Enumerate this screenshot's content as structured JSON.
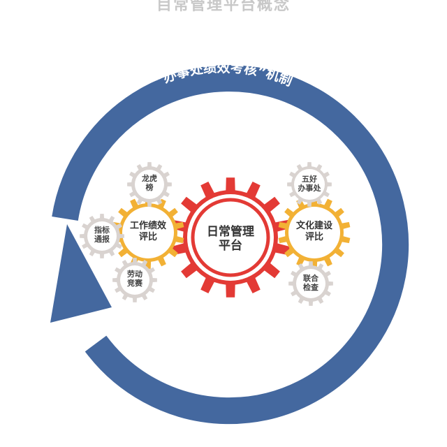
{
  "top_title": "目常管理平台概念",
  "arc_title": "“办事处绩效考核”机制",
  "center_gear": {
    "line1": "日常管理",
    "line2": "平台"
  },
  "left_gear": {
    "line1": "工作绩效",
    "line2": "评比"
  },
  "right_gear": {
    "line1": "文化建设",
    "line2": "评比"
  },
  "small_gears": {
    "top_left": {
      "line1": "龙虎",
      "line2": "榜"
    },
    "left": {
      "line1": "指标",
      "line2": "通报"
    },
    "bottom_left": {
      "line1": "劳动",
      "line2": "竞赛"
    },
    "top_right": {
      "line1": "五好",
      "line2": "办事处"
    },
    "bottom_right": {
      "line1": "联合",
      "line2": "检查"
    }
  },
  "colors": {
    "arc": "#44689f",
    "center_gear": "#e33a35",
    "mid_gear": "#f2b135",
    "small_gear": "#d9d3d0",
    "text": "#333333",
    "arc_text": "#ffffff"
  }
}
